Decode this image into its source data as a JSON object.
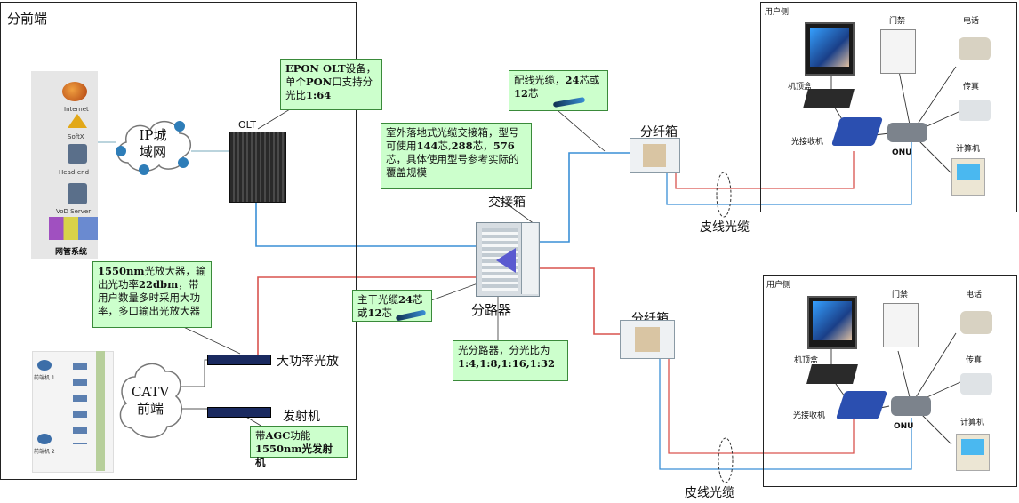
{
  "headend": {
    "title": "分前端",
    "services": [
      "Internet",
      "SoftX",
      "Head-end",
      "VoD Server"
    ],
    "nms_label": "网管系统",
    "ip_cloud": [
      "IP城",
      "域网"
    ],
    "olt_label": "OLT",
    "olt_note_parts": [
      "EPON OLT",
      "设备，单个",
      "PON",
      "口支持分光比",
      "1:64"
    ],
    "catv_cloud": [
      "CATV",
      "前端"
    ],
    "amp_note_parts": [
      "1550nm",
      "光放大器，输出光功率",
      "22dbm",
      "，带用户数量多时采用大功率，多口输出光放大器"
    ],
    "amp_label": "大功率光放",
    "tx_label": "发射机",
    "tx_note_line1_parts": [
      "带",
      "AGC",
      "功能"
    ],
    "tx_note_line2": "1550nm光发射机",
    "catv_small_labels": [
      "前端机 1",
      "前端机 2"
    ]
  },
  "center": {
    "cabinet_note_parts": [
      "室外落地式光缆交接箱，型号可使用",
      "144",
      "芯,",
      "288",
      "芯，",
      "576",
      "芯，具体使用型号参考实际的覆盖规模"
    ],
    "cabinet_label": "交接箱",
    "splitter_label": "分路器",
    "trunk_note_parts": [
      "主干光缆",
      "24",
      "芯或",
      "12",
      "芯"
    ],
    "splitter_note_parts": [
      "光分路器，分光比为",
      "1:4,1:8,1:16,1:32"
    ],
    "dist_note_parts": [
      "配线光缆，",
      "24",
      "芯或",
      "12",
      "芯"
    ]
  },
  "fiber_box_label": "分纤箱",
  "drop_cable_label": "皮线光缆",
  "user_side": {
    "title": "用户侧",
    "access_control": "门禁",
    "phone": "电话",
    "stb": "机顶盒",
    "fax": "传真",
    "transceiver": "光接收机",
    "onu": "ONU",
    "computer": "计算机"
  },
  "colors": {
    "fiber_blue": "#3a8fd6",
    "fiber_red": "#d9534f",
    "callout_bg": "#ccffcc",
    "callout_border": "#3a8a3a"
  }
}
